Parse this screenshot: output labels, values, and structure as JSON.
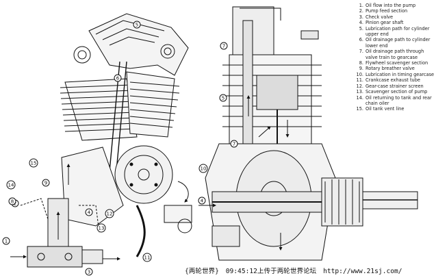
{
  "legend": [
    {
      "num": "1.",
      "text": "Oil flow into the pump",
      "cont": ""
    },
    {
      "num": "2.",
      "text": "Pump feed section",
      "cont": ""
    },
    {
      "num": "3.",
      "text": "Check valve",
      "cont": ""
    },
    {
      "num": "4.",
      "text": "Pinion gear shaft",
      "cont": ""
    },
    {
      "num": "5.",
      "text": "Lubrication path for cylinder",
      "cont": "upper end"
    },
    {
      "num": "6.",
      "text": "Oil drainage path to cylinder",
      "cont": "lower end"
    },
    {
      "num": "7.",
      "text": "Oil drainage path through",
      "cont": "valve train to gearcase"
    },
    {
      "num": "8.",
      "text": "Flywheel scavenger section",
      "cont": ""
    },
    {
      "num": "9.",
      "text": "Rotary breather valve",
      "cont": ""
    },
    {
      "num": "10.",
      "text": "Lubrication in timing gearcase",
      "cont": ""
    },
    {
      "num": "11.",
      "text": "Crankcase exhaust tube",
      "cont": ""
    },
    {
      "num": "12.",
      "text": "Gear-case strainer screen",
      "cont": ""
    },
    {
      "num": "13.",
      "text": "Scavenger section of pump",
      "cont": ""
    },
    {
      "num": "14.",
      "text": "Oil returning to tank and rear",
      "cont": "chain oiler"
    },
    {
      "num": "15.",
      "text": "Oil tank vent line",
      "cont": ""
    }
  ],
  "callouts": [
    "1",
    "2",
    "3",
    "4",
    "5",
    "6",
    "7",
    "8",
    "9",
    "10",
    "11",
    "12",
    "13",
    "14",
    "15"
  ],
  "watermark": {
    "source": "{两轮世界}",
    "time": "09:45:12上传于两轮世界论坛",
    "url": "http://www.21sj.com/"
  }
}
